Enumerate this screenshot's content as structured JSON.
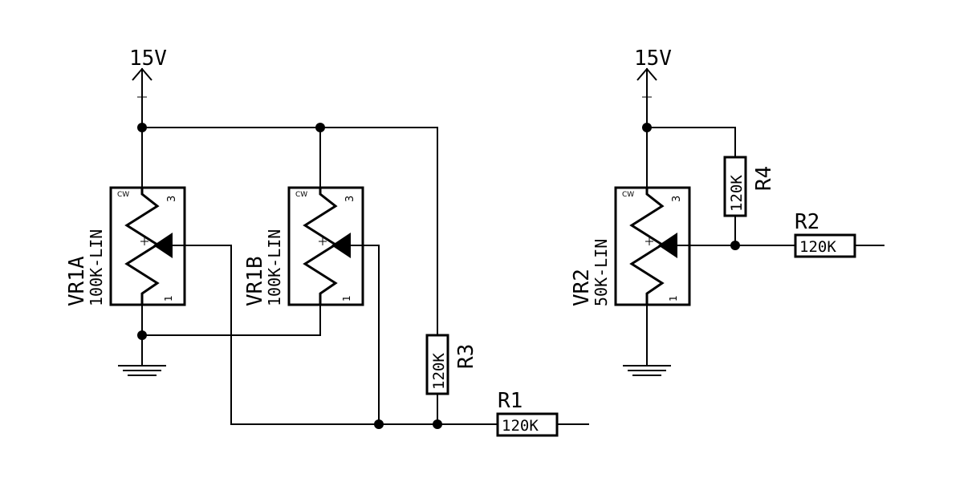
{
  "supplies": {
    "left": "15V",
    "right": "15V"
  },
  "pots": {
    "vr1a": {
      "name": "VR1A",
      "value": "100K-LIN",
      "pin_cw": "CW",
      "pin_3": "3",
      "pin_1": "1"
    },
    "vr1b": {
      "name": "VR1B",
      "value": "100K-LIN",
      "pin_cw": "CW",
      "pin_3": "3",
      "pin_1": "1"
    },
    "vr2": {
      "name": "VR2",
      "value": "50K-LIN",
      "pin_cw": "CW",
      "pin_3": "3",
      "pin_1": "1"
    }
  },
  "resistors": {
    "r1": {
      "name": "R1",
      "value": "120K"
    },
    "r2": {
      "name": "R2",
      "value": "120K"
    },
    "r3": {
      "name": "R3",
      "value": "120K"
    },
    "r4": {
      "name": "R4",
      "value": "120K"
    }
  }
}
